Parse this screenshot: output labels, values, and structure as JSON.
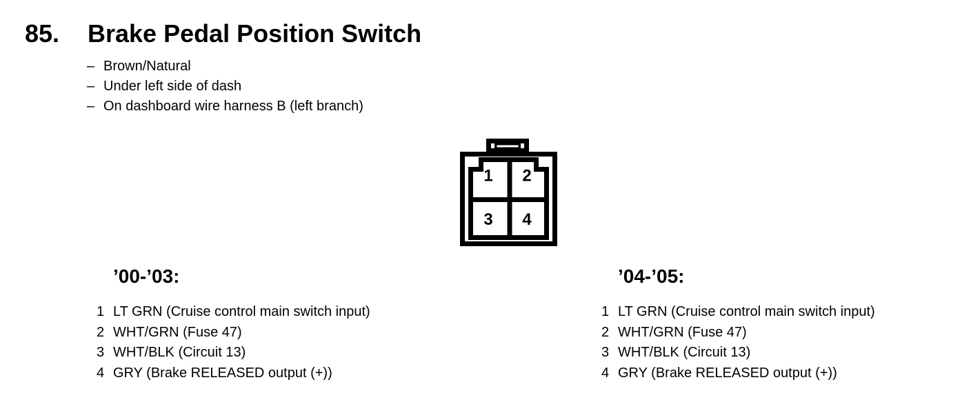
{
  "page": {
    "background": "#ffffff",
    "text_color": "#000000"
  },
  "header": {
    "number": "85.",
    "title": "Brake Pedal Position Switch"
  },
  "notes": {
    "dash": "–",
    "items": [
      "Brown/Natural",
      "Under left side of dash",
      "On dashboard wire harness B (left branch)"
    ]
  },
  "connector": {
    "description": "4-cavity connector, front view, latch tab on top",
    "pins": [
      "1",
      "2",
      "3",
      "4"
    ]
  },
  "pinouts": [
    {
      "years": "’00-’03:",
      "pins": [
        {
          "num": "1",
          "desc": "LT GRN (Cruise control main switch input)"
        },
        {
          "num": "2",
          "desc": "WHT/GRN (Fuse 47)"
        },
        {
          "num": "3",
          "desc": "WHT/BLK (Circuit 13)"
        },
        {
          "num": "4",
          "desc": "GRY (Brake RELEASED output (+))"
        }
      ]
    },
    {
      "years": "’04-’05:",
      "pins": [
        {
          "num": "1",
          "desc": "LT GRN (Cruise control main switch input)"
        },
        {
          "num": "2",
          "desc": "WHT/GRN (Fuse 47)"
        },
        {
          "num": "3",
          "desc": "WHT/BLK (Circuit 13)"
        },
        {
          "num": "4",
          "desc": "GRY (Brake RELEASED output (+))"
        }
      ]
    }
  ]
}
